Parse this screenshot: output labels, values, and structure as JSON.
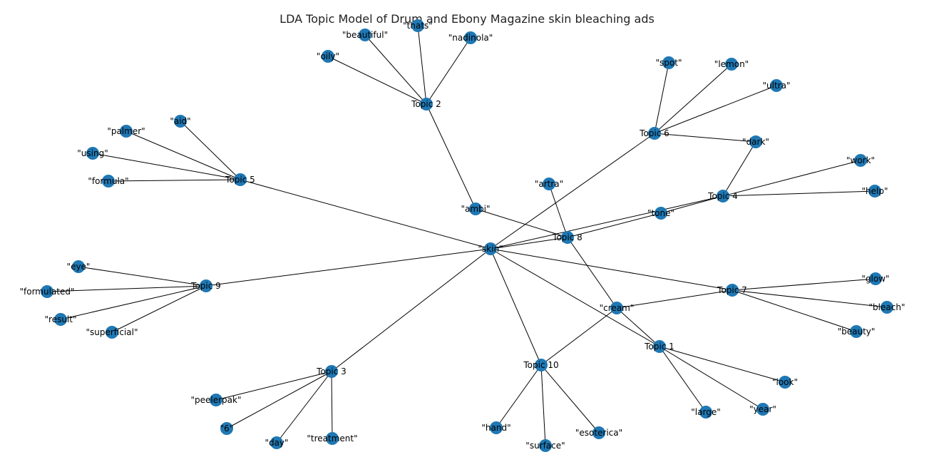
{
  "title": "LDA Topic Model of Drum and Ebony Magazine skin bleaching ads",
  "node_color": "#1f78b4",
  "edge_color": "#000000",
  "nodes": [
    {
      "id": "skin",
      "label": "\"skin\""
    },
    {
      "id": "t1",
      "label": "Topic 1"
    },
    {
      "id": "t2",
      "label": "Topic 2"
    },
    {
      "id": "t3",
      "label": "Topic 3"
    },
    {
      "id": "t4",
      "label": "Topic 4"
    },
    {
      "id": "t5",
      "label": "Topic 5"
    },
    {
      "id": "t6",
      "label": "Topic 6"
    },
    {
      "id": "t7",
      "label": "Topic 7"
    },
    {
      "id": "t8",
      "label": "Topic 8"
    },
    {
      "id": "t9",
      "label": "Topic 9"
    },
    {
      "id": "t10",
      "label": "Topic 10"
    },
    {
      "id": "oily",
      "label": "\"oily\""
    },
    {
      "id": "beautiful",
      "label": "\"beautiful\""
    },
    {
      "id": "thats",
      "label": "\"thats\""
    },
    {
      "id": "nadinola",
      "label": "\"nadinola\""
    },
    {
      "id": "aid",
      "label": "\"aid\""
    },
    {
      "id": "palmer",
      "label": "\"palmer\""
    },
    {
      "id": "using",
      "label": "\"using\""
    },
    {
      "id": "formula",
      "label": "\"formula\""
    },
    {
      "id": "spot",
      "label": "\"spot\""
    },
    {
      "id": "lemon",
      "label": "\"lemon\""
    },
    {
      "id": "ultra",
      "label": "\"ultra\""
    },
    {
      "id": "dark",
      "label": "\"dark\""
    },
    {
      "id": "work",
      "label": "\"work\""
    },
    {
      "id": "help",
      "label": "\"help\""
    },
    {
      "id": "artra",
      "label": "\"artra\""
    },
    {
      "id": "ambi",
      "label": "\"ambi\""
    },
    {
      "id": "tone",
      "label": "\"tone\""
    },
    {
      "id": "eye",
      "label": "\"eye\""
    },
    {
      "id": "formulated",
      "label": "\"formulated\""
    },
    {
      "id": "result",
      "label": "\"result\""
    },
    {
      "id": "superficial",
      "label": "\"superficial\""
    },
    {
      "id": "glow",
      "label": "\"glow\""
    },
    {
      "id": "bleach",
      "label": "\"bleach\""
    },
    {
      "id": "beauty",
      "label": "\"beauty\""
    },
    {
      "id": "cream",
      "label": "\"cream\""
    },
    {
      "id": "look",
      "label": "\"look\""
    },
    {
      "id": "year",
      "label": "\"year\""
    },
    {
      "id": "large",
      "label": "\"large\""
    },
    {
      "id": "peelerpak",
      "label": "\"peelerpak\""
    },
    {
      "id": "six",
      "label": "\"6\""
    },
    {
      "id": "day",
      "label": "\"day\""
    },
    {
      "id": "treatment",
      "label": "\"treatment\""
    },
    {
      "id": "hand",
      "label": "\"hand\""
    },
    {
      "id": "surface",
      "label": "\"surface\""
    },
    {
      "id": "esoterica",
      "label": "\"esoterica\""
    }
  ],
  "edges": [
    [
      "t2",
      "oily"
    ],
    [
      "t2",
      "beautiful"
    ],
    [
      "t2",
      "thats"
    ],
    [
      "t2",
      "nadinola"
    ],
    [
      "t2",
      "ambi"
    ],
    [
      "t5",
      "aid"
    ],
    [
      "t5",
      "palmer"
    ],
    [
      "t5",
      "using"
    ],
    [
      "t5",
      "formula"
    ],
    [
      "t5",
      "skin"
    ],
    [
      "t6",
      "spot"
    ],
    [
      "t6",
      "lemon"
    ],
    [
      "t6",
      "ultra"
    ],
    [
      "t6",
      "dark"
    ],
    [
      "t6",
      "skin"
    ],
    [
      "t4",
      "dark"
    ],
    [
      "t4",
      "work"
    ],
    [
      "t4",
      "help"
    ],
    [
      "t4",
      "tone"
    ],
    [
      "t4",
      "skin"
    ],
    [
      "t8",
      "ambi"
    ],
    [
      "t8",
      "artra"
    ],
    [
      "t8",
      "tone"
    ],
    [
      "t8",
      "skin"
    ],
    [
      "t8",
      "cream"
    ],
    [
      "t9",
      "eye"
    ],
    [
      "t9",
      "formulated"
    ],
    [
      "t9",
      "result"
    ],
    [
      "t9",
      "superficial"
    ],
    [
      "t9",
      "skin"
    ],
    [
      "t7",
      "skin"
    ],
    [
      "t7",
      "glow"
    ],
    [
      "t7",
      "bleach"
    ],
    [
      "t7",
      "beauty"
    ],
    [
      "t7",
      "cream"
    ],
    [
      "t1",
      "skin"
    ],
    [
      "t1",
      "cream"
    ],
    [
      "t1",
      "look"
    ],
    [
      "t1",
      "year"
    ],
    [
      "t1",
      "large"
    ],
    [
      "t3",
      "skin"
    ],
    [
      "t3",
      "peelerpak"
    ],
    [
      "t3",
      "six"
    ],
    [
      "t3",
      "day"
    ],
    [
      "t3",
      "treatment"
    ],
    [
      "t10",
      "skin"
    ],
    [
      "t10",
      "cream"
    ],
    [
      "t10",
      "hand"
    ],
    [
      "t10",
      "surface"
    ],
    [
      "t10",
      "esoterica"
    ]
  ]
}
